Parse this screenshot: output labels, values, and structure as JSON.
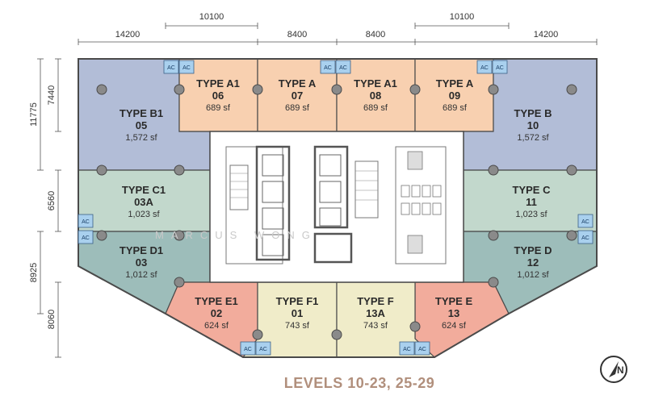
{
  "title": "LEVELS 10-23, 25-29",
  "watermark": "MARCUS WONG",
  "compass_label": "N",
  "ac_label": "AC",
  "colors": {
    "type_a": "#f8d0b0",
    "type_b": "#b2bdd7",
    "type_c": "#c2d8cc",
    "type_d": "#9dbdba",
    "type_e": "#f2ac9c",
    "type_f": "#f0ecc9",
    "ac_box": "#a9d0ee",
    "outline": "#4a4a4a",
    "title_color": "#b18f7c"
  },
  "units": [
    {
      "id": "06",
      "type": "TYPE A1",
      "number": "06",
      "area": "689 sf",
      "color": "type_a"
    },
    {
      "id": "07",
      "type": "TYPE A",
      "number": "07",
      "area": "689 sf",
      "color": "type_a"
    },
    {
      "id": "08",
      "type": "TYPE A1",
      "number": "08",
      "area": "689 sf",
      "color": "type_a"
    },
    {
      "id": "09",
      "type": "TYPE A",
      "number": "09",
      "area": "689 sf",
      "color": "type_a"
    },
    {
      "id": "05",
      "type": "TYPE B1",
      "number": "05",
      "area": "1,572 sf",
      "color": "type_b"
    },
    {
      "id": "10",
      "type": "TYPE B",
      "number": "10",
      "area": "1,572 sf",
      "color": "type_b"
    },
    {
      "id": "03A",
      "type": "TYPE C1",
      "number": "03A",
      "area": "1,023 sf",
      "color": "type_c"
    },
    {
      "id": "11",
      "type": "TYPE C",
      "number": "11",
      "area": "1,023 sf",
      "color": "type_c"
    },
    {
      "id": "03",
      "type": "TYPE D1",
      "number": "03",
      "area": "1,012 sf",
      "color": "type_d"
    },
    {
      "id": "12",
      "type": "TYPE D",
      "number": "12",
      "area": "1,012 sf",
      "color": "type_d"
    },
    {
      "id": "02",
      "type": "TYPE E1",
      "number": "02",
      "area": "624 sf",
      "color": "type_e"
    },
    {
      "id": "13",
      "type": "TYPE E",
      "number": "13",
      "area": "624 sf",
      "color": "type_e"
    },
    {
      "id": "01",
      "type": "TYPE F1",
      "number": "01",
      "area": "743 sf",
      "color": "type_f"
    },
    {
      "id": "13A",
      "type": "TYPE F",
      "number": "13A",
      "area": "743 sf",
      "color": "type_f"
    }
  ],
  "dimensions": {
    "top_upper": [
      "10100",
      "10100"
    ],
    "top_lower": [
      "14200",
      "8400",
      "8400",
      "14200"
    ],
    "left": [
      "7440",
      "11775",
      "6560",
      "8925",
      "8060"
    ]
  }
}
